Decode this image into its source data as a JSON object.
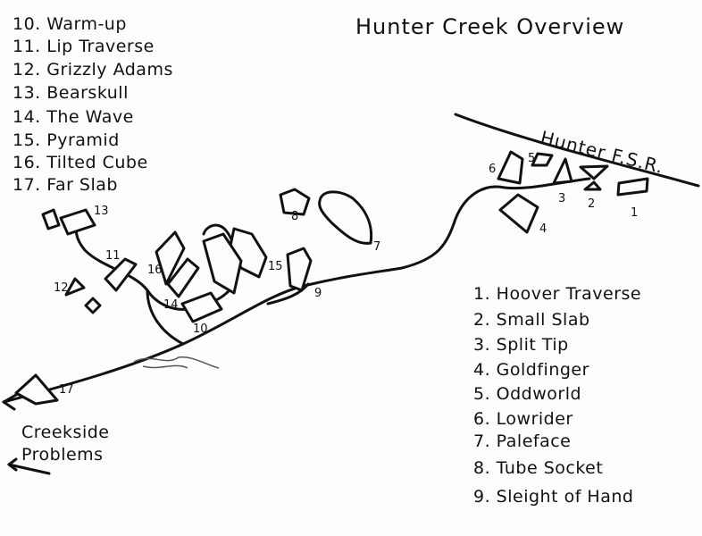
{
  "title": "Hunter Creek Overview",
  "road_label": "Hunter  F.S.R.",
  "list_left": [
    "10. Warm-up",
    "11. Lip Traverse",
    "12. Grizzly Adams",
    "13. Bearskull",
    "14. The Wave",
    "15. Pyramid",
    "16. Tilted Cube",
    "17. Far Slab"
  ],
  "list_right": [
    "1. Hoover Traverse",
    "2. Small Slab",
    "3. Split Tip",
    "4. Goldfinger",
    "5. Oddworld",
    "6. Lowrider",
    "7. Paleface",
    "8. Tube Socket",
    "9. Sleight of Hand"
  ],
  "creekside_label_1": "Creekside",
  "creekside_label_2": "Problems",
  "boulder_numbers": {
    "n1": "1",
    "n2": "2",
    "n3": "3",
    "n4": "4",
    "n5": "5",
    "n6": "6",
    "n7": "7",
    "n8": "8",
    "n9": "9",
    "n10": "10",
    "n11": "11",
    "n12": "12",
    "n13": "13",
    "n14": "14",
    "n15": "15",
    "n16": "16",
    "n17": "17"
  }
}
